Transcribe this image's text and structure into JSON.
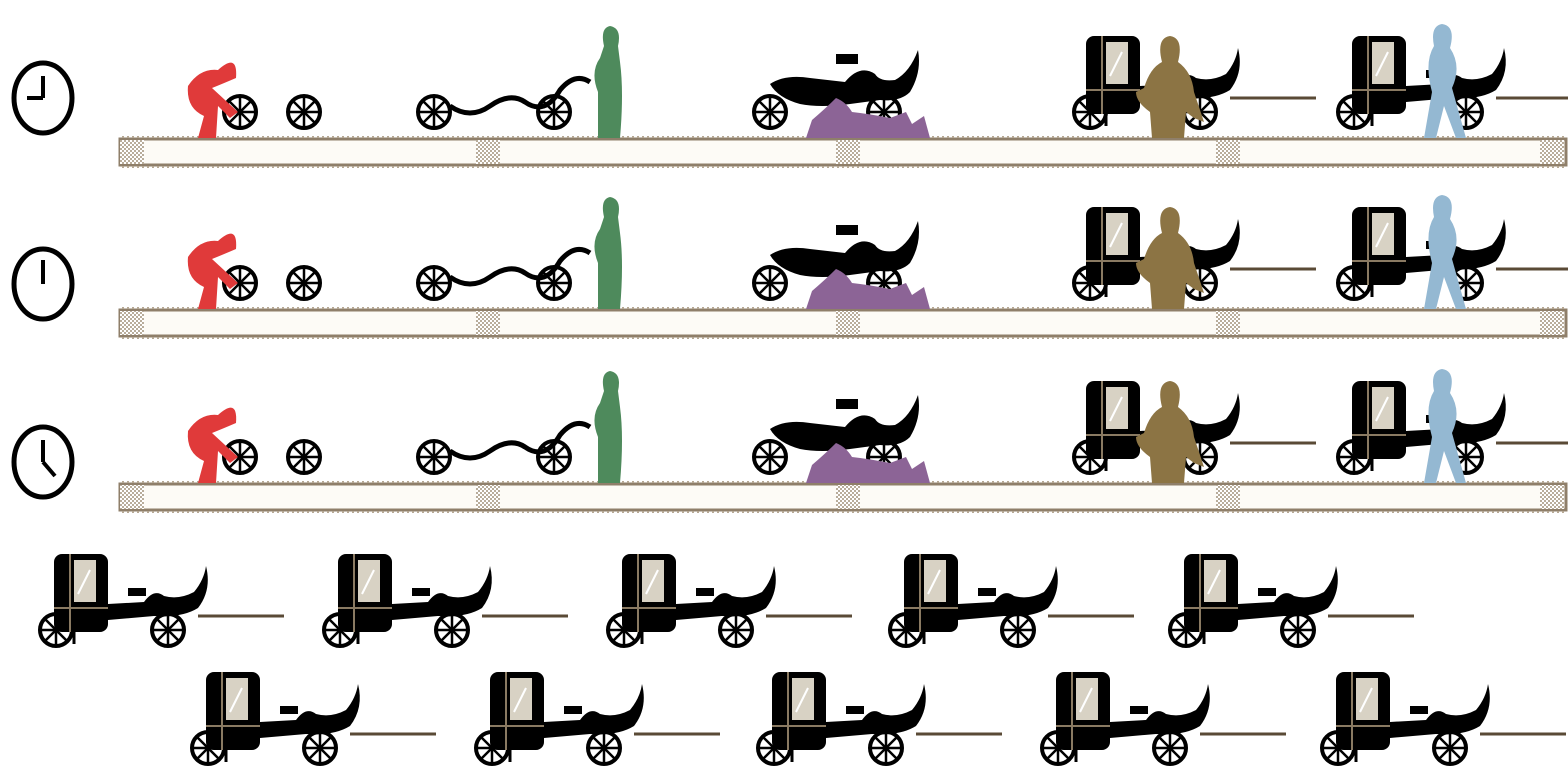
{
  "scene": {
    "palette": {
      "background": "#ffffff",
      "belt_fill": "#fdfbf6",
      "belt_edge": "#8f7f6a",
      "belt_checker": "#b9ad9b",
      "carriage_body": "#000000",
      "carriage_window": "#d8d2c4",
      "carriage_frame": "#8a7a62"
    },
    "clocks": [
      {
        "hand_label": "clock-quarter-to",
        "hour_hand": "left",
        "minute_hand": "up"
      },
      {
        "hand_label": "clock-noon",
        "hour_hand": "up",
        "minute_hand": "up"
      },
      {
        "hand_label": "clock-twenty-past",
        "hour_hand": "down-right",
        "minute_hand": "up"
      }
    ],
    "assembly_rows": [
      {
        "stages": [
          "wheel-assembly",
          "chassis-springs",
          "body-shell",
          "cabin-fitting",
          "final-harness"
        ]
      },
      {
        "stages": [
          "wheel-assembly",
          "chassis-springs",
          "body-shell",
          "cabin-fitting",
          "final-harness"
        ]
      },
      {
        "stages": [
          "wheel-assembly",
          "chassis-springs",
          "body-shell",
          "cabin-fitting",
          "final-harness"
        ]
      }
    ],
    "workers": [
      {
        "stage": "wheel-assembly",
        "color": "#e03a3a"
      },
      {
        "stage": "chassis-springs",
        "color": "#4e8a5c"
      },
      {
        "stage": "body-shell",
        "color": "#8c6496"
      },
      {
        "stage": "cabin-fitting",
        "color": "#8c7444"
      },
      {
        "stage": "final-harness",
        "color": "#94b8d2"
      }
    ],
    "finished_carriages": {
      "count": 10,
      "rows": 2,
      "per_row": 5
    }
  }
}
